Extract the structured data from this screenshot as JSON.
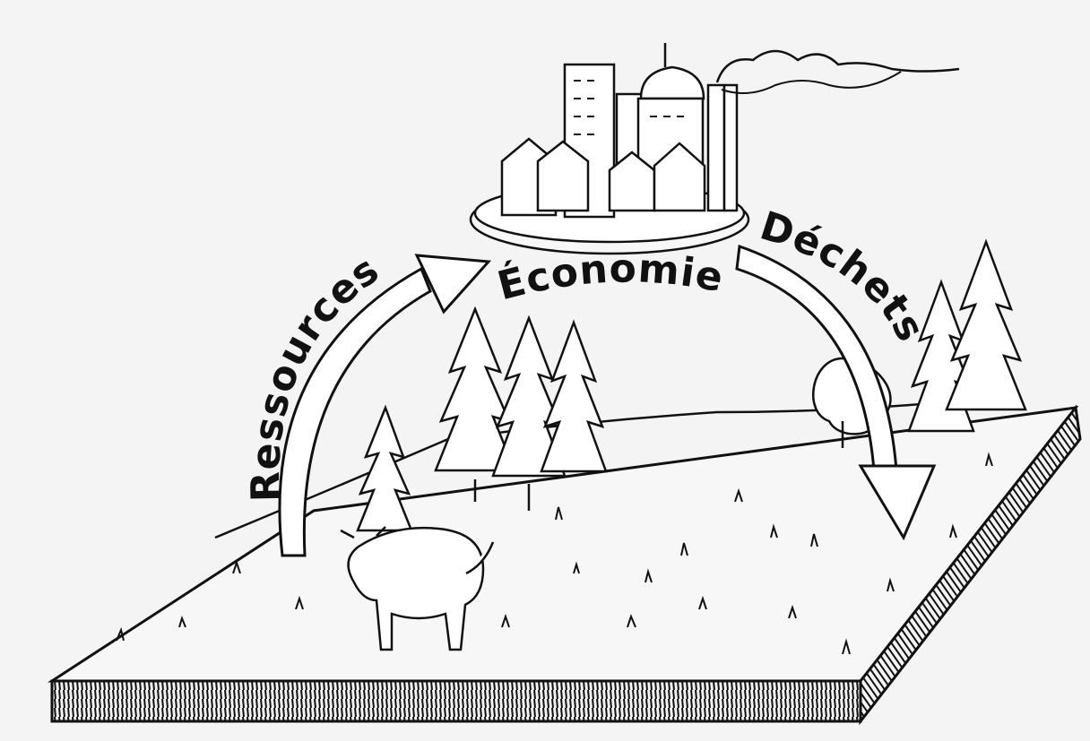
{
  "labels": {
    "left_arrow": "Ressources",
    "center": "Économie",
    "right_arrow": "Déchets"
  },
  "colors": {
    "ink": "#111111",
    "paper": "#f4f4f4"
  }
}
